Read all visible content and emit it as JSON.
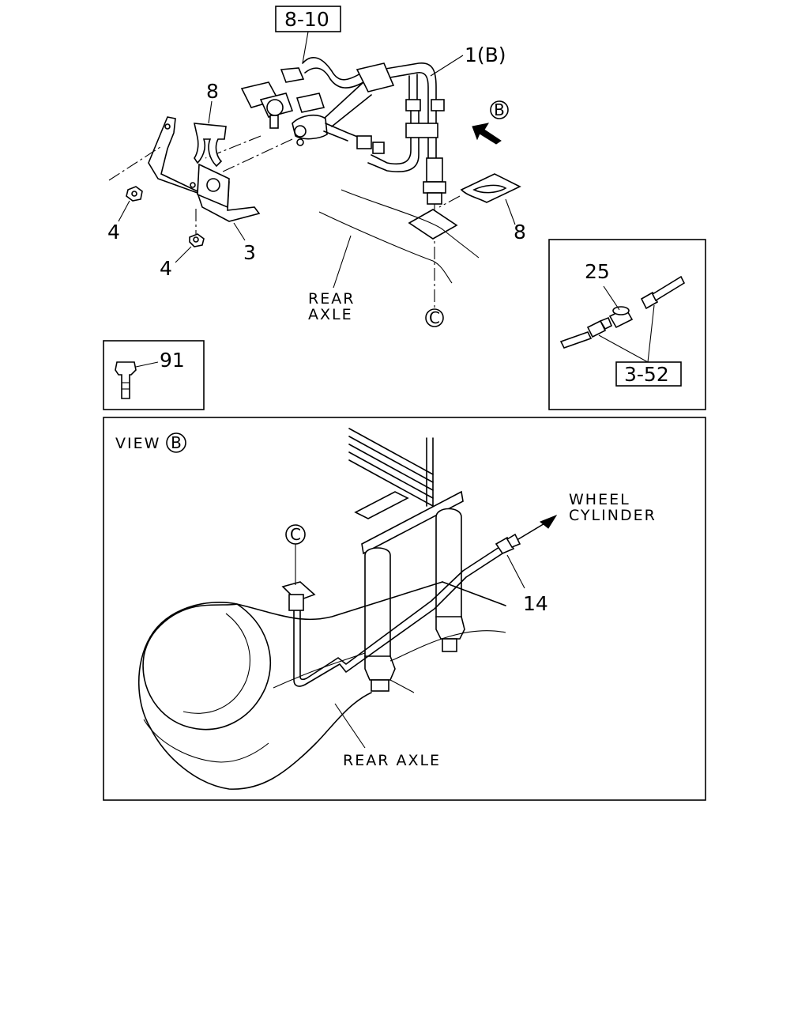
{
  "labels": {
    "ref_8_10": "8-10",
    "part_1b": "1(B)",
    "view_b_marker": "B",
    "part_8_upper": "8",
    "part_8_right": "8",
    "part_4_left": "4",
    "part_4_lower": "4",
    "part_3": "3",
    "rear_axle_top_line1": "REAR",
    "rear_axle_top_line2": "AXLE",
    "c_marker_top": "C",
    "part_91": "91",
    "part_25": "25",
    "ref_3_52": "3-52",
    "view_label": "VIEW",
    "view_label_marker": "B",
    "c_marker_view": "C",
    "wheel_cylinder_line1": "WHEEL",
    "wheel_cylinder_line2": "CYLINDER",
    "part_14": "14",
    "rear_axle_view": "REAR AXLE"
  },
  "icons": [
    "arrow-view-b-icon",
    "circled-letter-icon",
    "flare-nut-icon",
    "bolt-icon",
    "union-icon"
  ]
}
